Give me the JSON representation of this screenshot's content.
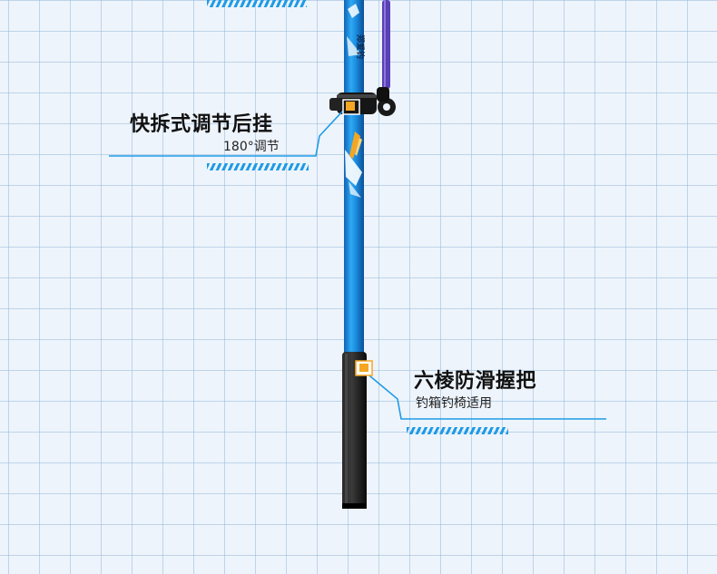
{
  "callouts": {
    "quick_release": {
      "title": "快拆式调节后挂",
      "subtitle": "180°调节"
    },
    "grip": {
      "title": "六棱防滑握把",
      "subtitle": "钓箱钓椅适用"
    }
  },
  "pole_label": "郑爱钓",
  "colors": {
    "accent": "#1e9be6",
    "pole_blue": "#1a8ce0",
    "grip_black": "#111111",
    "marker_orange": "#f5a623",
    "cord_purple": "#5a3fb5"
  }
}
